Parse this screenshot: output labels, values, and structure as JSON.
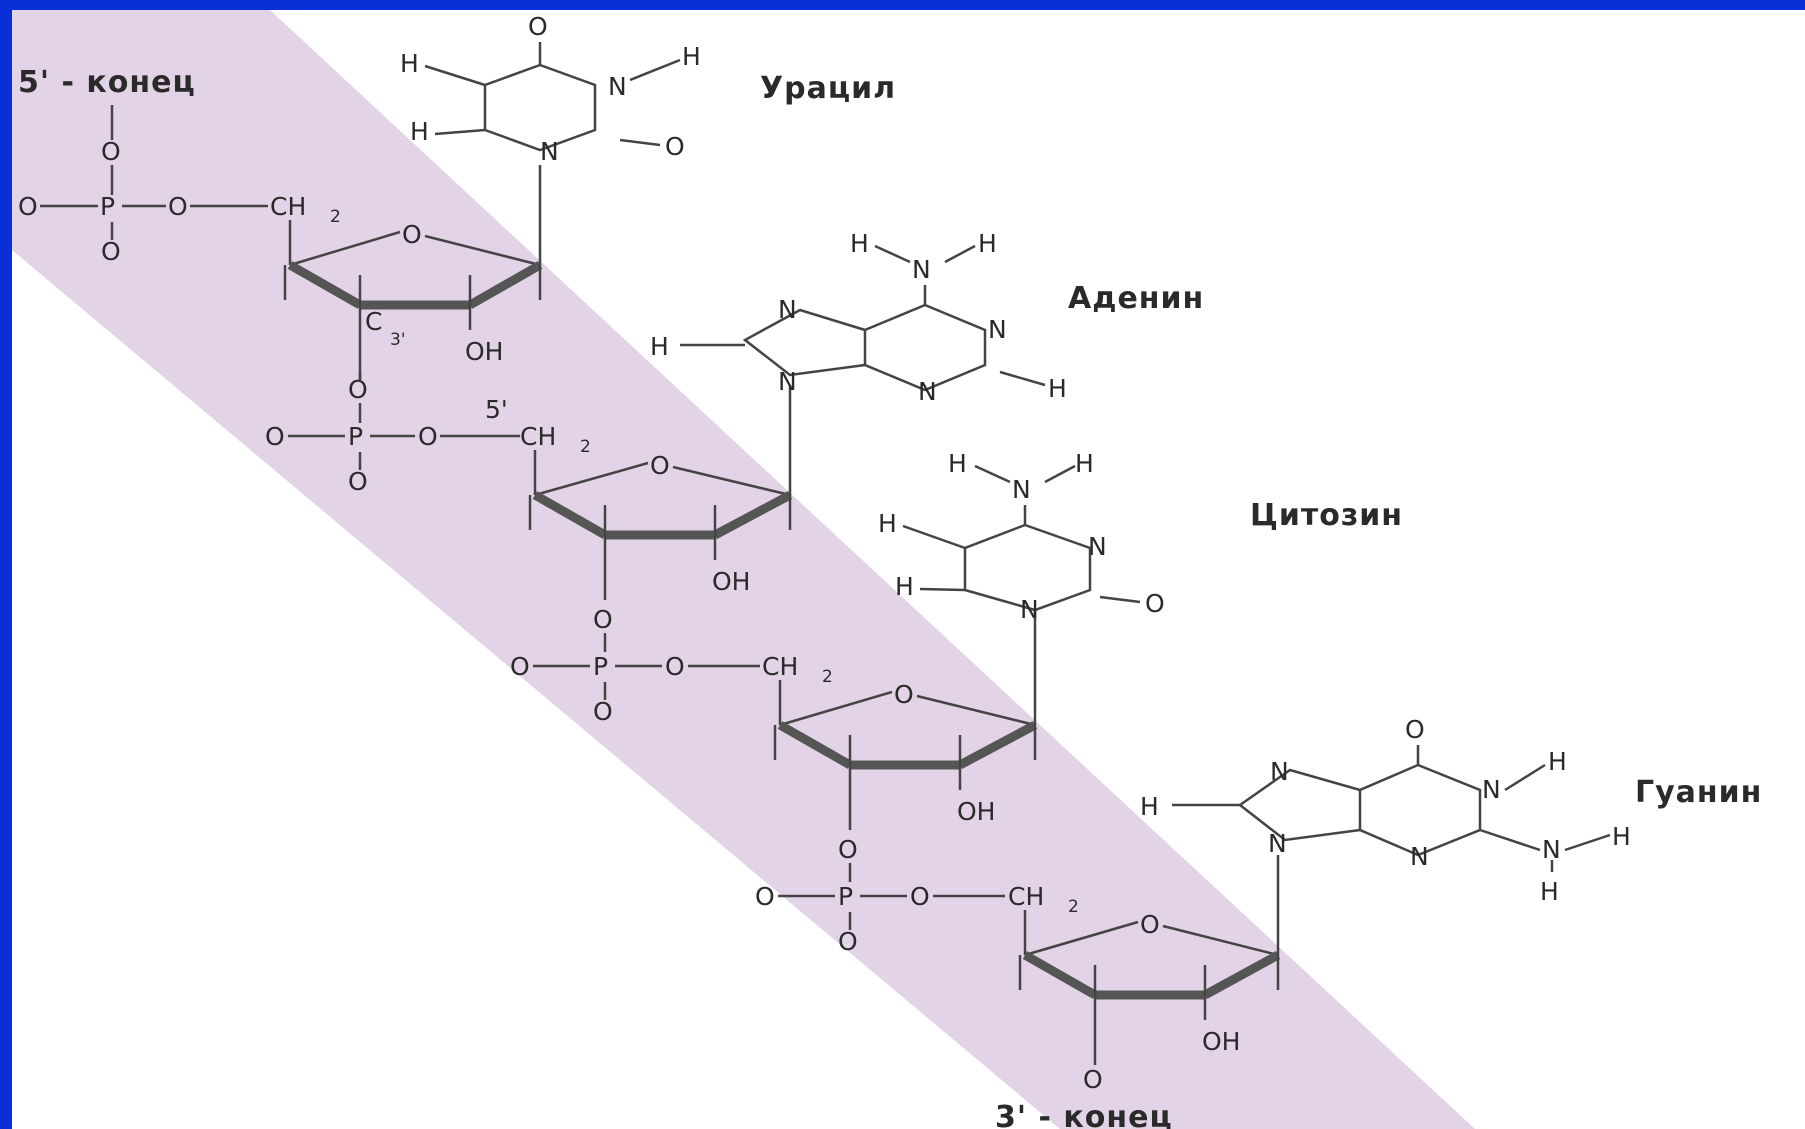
{
  "strand_ends": {
    "five_prime": "5' - конец",
    "three_prime": "3' - конец"
  },
  "bases": {
    "uracil": "Урацил",
    "adenine": "Аденин",
    "cytosine": "Цитозин",
    "guanine": "Гуанин"
  },
  "atoms": {
    "O": "O",
    "N": "N",
    "H": "H",
    "P": "P",
    "OH": "OH",
    "CH": "CH",
    "C": "C",
    "sub2": "2",
    "sub3p": "3'",
    "label5p": "5'"
  },
  "colors": {
    "band": "#e3d3e6",
    "frame": "#0a2fd6",
    "background": "#ffffff",
    "ink": "#2a2a2a"
  }
}
